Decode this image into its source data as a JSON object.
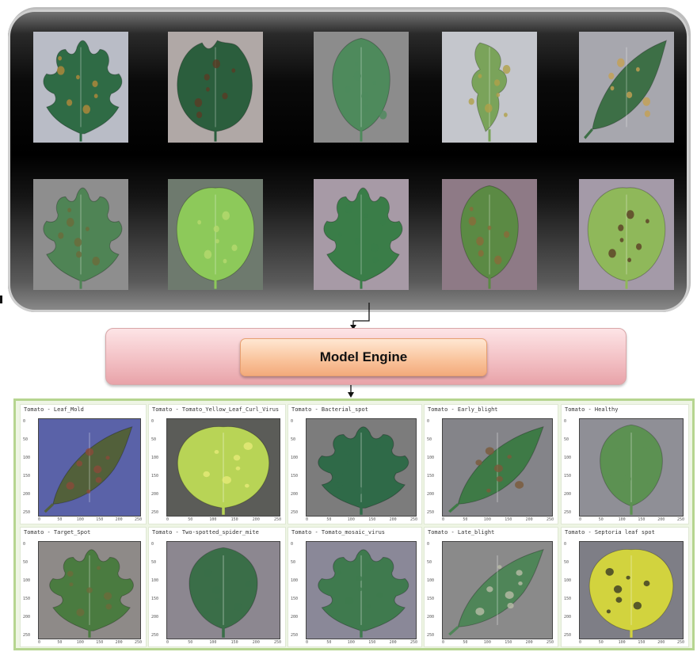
{
  "input_panel": {
    "row1": [
      {
        "bg": "#b9bcc6",
        "leaf": "#2f6b45",
        "spot": "#b38a3a",
        "shape": "lobed"
      },
      {
        "bg": "#b0a8a6",
        "leaf": "#2b5e3d",
        "spot": "#5a3b24",
        "shape": "blighted"
      },
      {
        "bg": "#8c8c8c",
        "leaf": "#4e8a5c",
        "spot": "#4e8a5c",
        "shape": "ovate"
      },
      {
        "bg": "#c4c6cc",
        "leaf": "#7aa35a",
        "spot": "#b0a048",
        "shape": "curled"
      },
      {
        "bg": "#a7a7ae",
        "leaf": "#3d6f46",
        "spot": "#c6a152",
        "shape": "tilted"
      }
    ],
    "row2": [
      {
        "bg": "#8e8e8e",
        "leaf": "#4f8455",
        "spot": "#6b6b3a",
        "shape": "lobed"
      },
      {
        "bg": "#6e7a6e",
        "leaf": "#8dc95a",
        "spot": "#b5da6e",
        "shape": "round"
      },
      {
        "bg": "#a79aa6",
        "leaf": "#3a7d48",
        "spot": "#3a7d48",
        "shape": "lobed"
      },
      {
        "bg": "#8e7a86",
        "leaf": "#5b8a44",
        "spot": "#8a6a3a",
        "shape": "ovate"
      },
      {
        "bg": "#a49aa8",
        "leaf": "#8fb85a",
        "spot": "#5a3d24",
        "shape": "round"
      }
    ]
  },
  "engine": {
    "label": "Model Engine"
  },
  "output": {
    "ticks_y": [
      "0",
      "50",
      "100",
      "150",
      "200",
      "250"
    ],
    "ticks_x": [
      "0",
      "50",
      "100",
      "150",
      "200",
      "250"
    ],
    "row1": [
      {
        "title": "Tomato - Leaf_Mold",
        "bg": "#5a62a8",
        "leaf": "#52603a",
        "spot": "#8a4a3a",
        "shape": "tilted"
      },
      {
        "title": "Tomato - Tomato_Yellow_Leaf_Curl_Virus",
        "bg": "#5b5c58",
        "leaf": "#b8d456",
        "spot": "#e6ea78",
        "shape": "round"
      },
      {
        "title": "Tomato - Bacterial_spot",
        "bg": "#7c7c7c",
        "leaf": "#2f6a48",
        "spot": "#2f6a48",
        "shape": "lobed"
      },
      {
        "title": "Tomato - Early_blight",
        "bg": "#848489",
        "leaf": "#3e7a46",
        "spot": "#7a5a3a",
        "shape": "tilted"
      },
      {
        "title": "Tomato - Healthy",
        "bg": "#8f8f96",
        "leaf": "#5c9152",
        "spot": "#5c9152",
        "shape": "ovate"
      }
    ],
    "row2": [
      {
        "title": "Tomato - Target_Spot",
        "bg": "#8e8a88",
        "leaf": "#4a7b40",
        "spot": "#6b6b3a",
        "shape": "lobed"
      },
      {
        "title": "Tomato - Two-spotted_spider_mite",
        "bg": "#8c8790",
        "leaf": "#3a6e48",
        "spot": "#3a6e48",
        "shape": "ovate"
      },
      {
        "title": "Tomato - Tomato_mosaic_virus",
        "bg": "#8a8898",
        "leaf": "#3f7a4e",
        "spot": "#3f7a4e",
        "shape": "lobed"
      },
      {
        "title": "Tomato - Late_blight",
        "bg": "#8a8a8a",
        "leaf": "#4f8558",
        "spot": "#b8bca8",
        "shape": "tilted"
      },
      {
        "title": "Tomato - Septoria leaf spot",
        "bg": "#7e7e86",
        "leaf": "#d2d33e",
        "spot": "#3a3a24",
        "shape": "round"
      }
    ]
  }
}
